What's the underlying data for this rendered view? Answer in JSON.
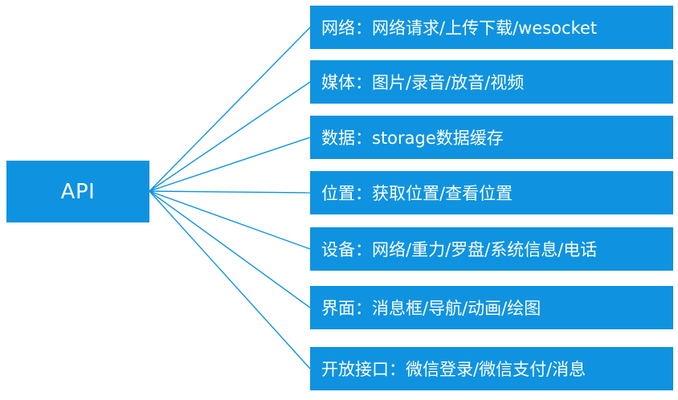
{
  "diagram": {
    "root": {
      "label": "API"
    },
    "branches": [
      {
        "label": "网络：网络请求/上传下载/wesocket"
      },
      {
        "label": "媒体：图片/录音/放音/视频"
      },
      {
        "label": "数据：storage数据缓存"
      },
      {
        "label": "位置：获取位置/查看位置"
      },
      {
        "label": "设备：网络/重力/罗盘/系统信息/电话"
      },
      {
        "label": "界面：消息框/导航/动画/绘图"
      },
      {
        "label": "开放接口：微信登录/微信支付/消息"
      }
    ]
  },
  "colors": {
    "box_fill": "#0f93e0",
    "connector": "#0f93e0",
    "text": "#ffffff"
  }
}
